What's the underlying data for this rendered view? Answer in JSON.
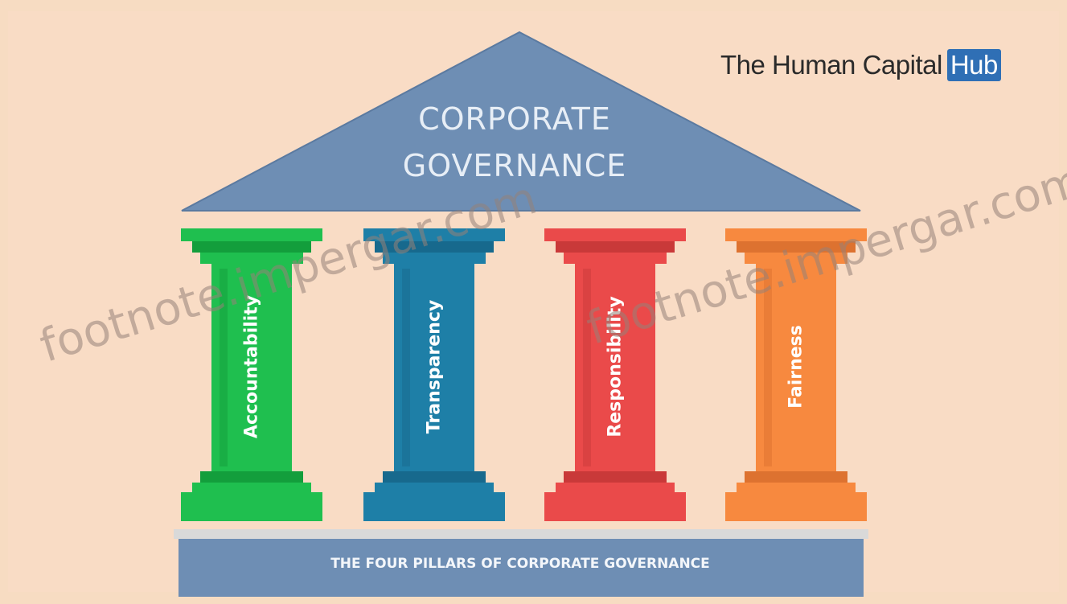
{
  "logo": {
    "text": "The Human Capital",
    "highlight": "Hub"
  },
  "roof": {
    "line1": "CORPORATE",
    "line2": "GOVERNANCE",
    "color": "#6e8eb4"
  },
  "pillars": [
    {
      "label": "Accountability",
      "color": "#1fbf4f",
      "dark": "#139e3c"
    },
    {
      "label": "Transparency",
      "color": "#1e7fa7",
      "dark": "#17698d"
    },
    {
      "label": "Responsibility",
      "color": "#ea4a4a",
      "dark": "#c93939"
    },
    {
      "label": "Fairness",
      "color": "#f7893f",
      "dark": "#dd7230"
    }
  ],
  "base": {
    "label": "THE FOUR PILLARS OF CORPORATE GOVERNANCE",
    "color": "#6e8eb4"
  },
  "watermarks": [
    "footnote.impergar.com",
    "footnote.impergar.com"
  ]
}
